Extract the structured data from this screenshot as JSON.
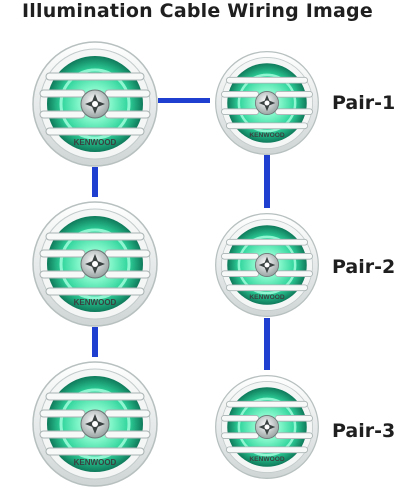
{
  "title": "Illumination Cable Wiring Image",
  "pairs": [
    {
      "label": "Pair-1"
    },
    {
      "label": "Pair-2"
    },
    {
      "label": "Pair-3"
    }
  ],
  "speaker_brand": "KENWOOD",
  "colors": {
    "wire": "#1f3fd0",
    "led_glow": "#3fe8b0",
    "speaker_body": "#e9ecec"
  }
}
